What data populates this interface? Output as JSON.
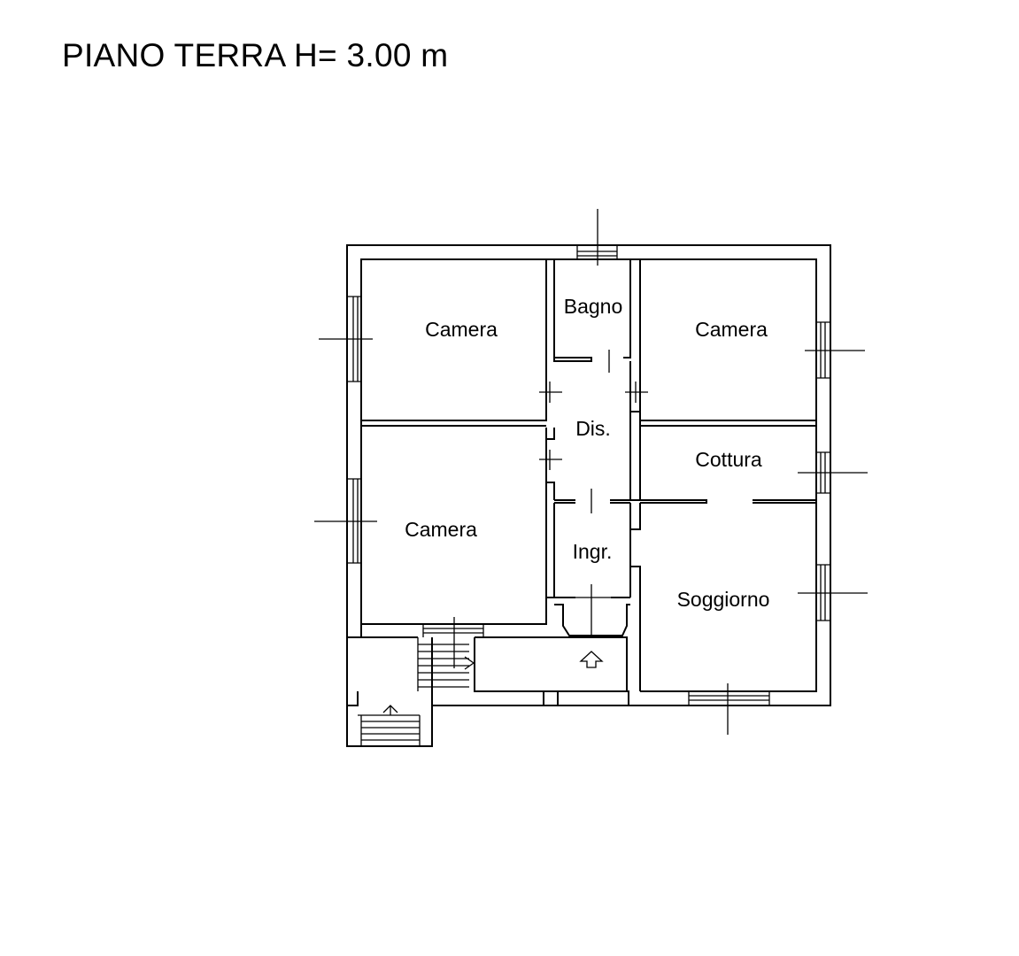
{
  "title": "PIANO TERRA H= 3.00 m",
  "rooms": {
    "camera_top_left": "Camera",
    "bagno": "Bagno",
    "camera_top_right": "Camera",
    "dis": "Dis.",
    "cottura": "Cottura",
    "camera_bottom_left": "Camera",
    "ingr": "Ingr.",
    "soggiorno": "Soggiorno"
  }
}
